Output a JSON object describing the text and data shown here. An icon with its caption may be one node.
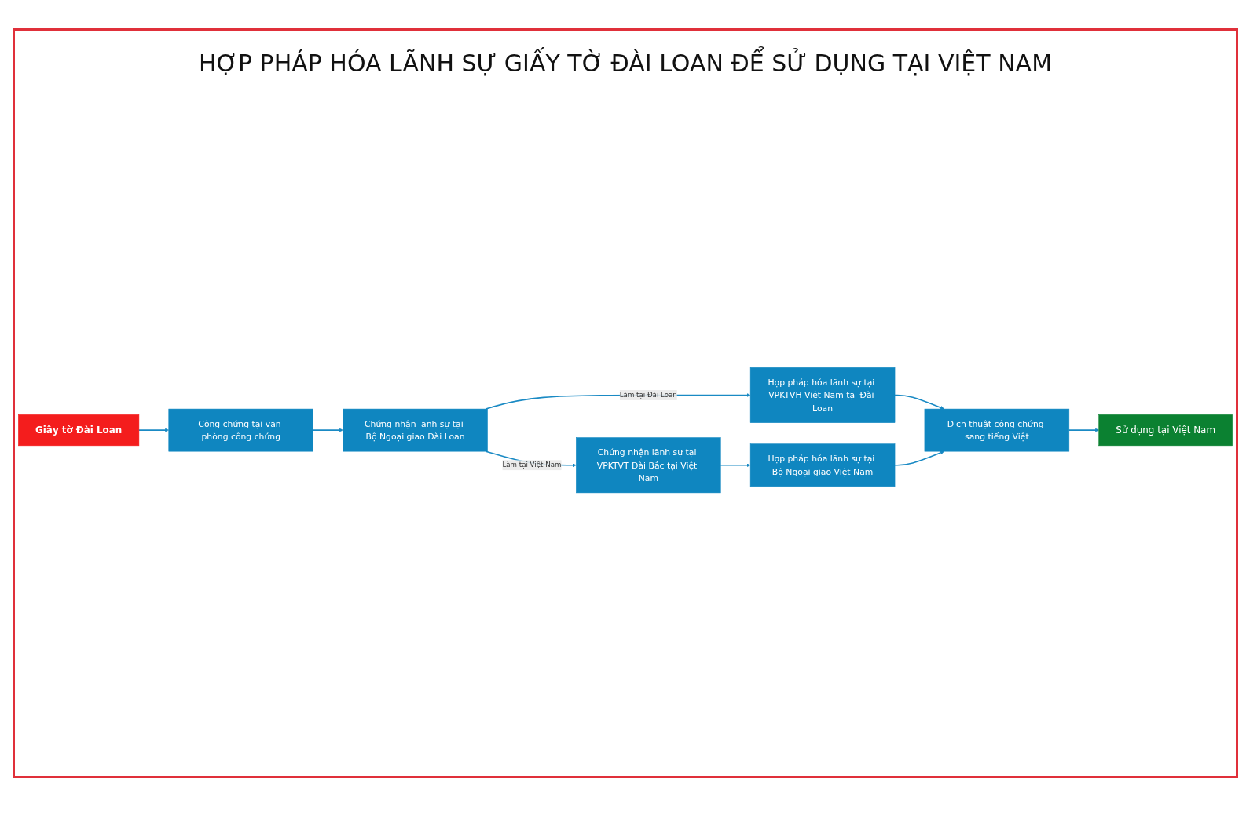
{
  "diagram": {
    "title": "HỢP PHÁP HÓA LÃNH SỰ GIẤY TỜ ĐÀI LOAN ĐỂ SỬ DỤNG TẠI VIỆT NAM",
    "nodes": [
      {
        "text": [
          "Giấy tờ Đài Loan"
        ]
      },
      {
        "text": [
          "Công chứng tại văn phòng công chứng"
        ]
      },
      {
        "text": [
          "Chứng nhận lãnh sự tại Bộ Ngoại giao Đài Loan"
        ]
      },
      {
        "text": [
          "Sử dụng tại Việt Nam"
        ]
      },
      {
        "text": [
          "Dịch thuật công chứng sang tiếng Việt"
        ]
      },
      {
        "text": [
          "Hợp pháp hóa lãnh sự tại VPKTVH Việt Nam tại Đài Loan"
        ]
      },
      {
        "text": [
          "Hợp pháp hóa lãnh sự tại Bộ Ngoại giao Việt Nam"
        ]
      },
      {
        "text": [
          "Chứng nhận lãnh sự tại VPKTVT Đài Bắc tại Việt Nam"
        ]
      }
    ],
    "edges": [
      {
        "from": 0,
        "to": 1,
        "arrow": "to"
      },
      {
        "from": 1,
        "to": 2,
        "arrow": "to"
      },
      {
        "from": 2,
        "to": 5,
        "arrow": "to",
        "label": "Làm tại Đài Loan"
      },
      {
        "from": 2,
        "to": 7,
        "arrow": "to",
        "label": "Làm tại Việt Nam"
      },
      {
        "from": 5,
        "to": 4,
        "arrow": "to"
      },
      {
        "from": 4,
        "to": 3,
        "arrow": "to"
      },
      {
        "from": 7,
        "to": 6,
        "arrow": "to"
      },
      {
        "from": 6,
        "to": 4,
        "arrow": "to"
      }
    ]
  }
}
